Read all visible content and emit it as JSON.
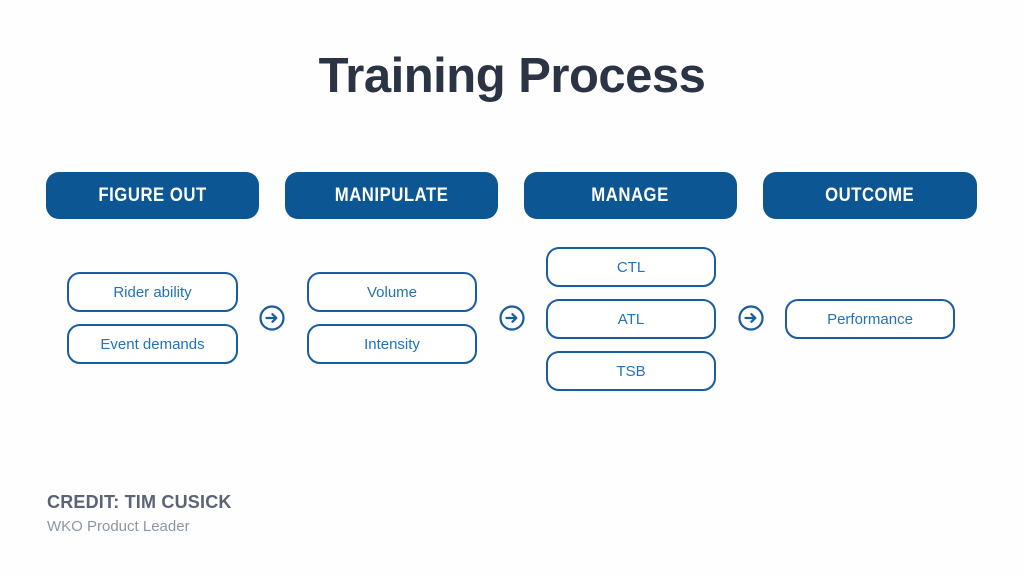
{
  "slide": {
    "title": "Training Process",
    "background_color": "#fefefe",
    "accent_color": "#0d5694",
    "outline_color": "#1a5c9e",
    "box_text_color": "#2272b8",
    "title_color": "#2b3444"
  },
  "flow": {
    "columns": [
      {
        "header": "FIGURE OUT",
        "items": [
          {
            "label": "Rider ability"
          },
          {
            "label": "Event demands"
          }
        ]
      },
      {
        "header": "MANIPULATE",
        "items": [
          {
            "label": "Volume"
          },
          {
            "label": "Intensity"
          }
        ]
      },
      {
        "header": "MANAGE",
        "items": [
          {
            "label": "CTL"
          },
          {
            "label": "ATL"
          },
          {
            "label": "TSB"
          }
        ]
      },
      {
        "header": "OUTCOME",
        "items": [
          {
            "label": "Performance"
          }
        ]
      }
    ],
    "connectors": [
      {
        "icon": "arrow-right-circle-icon"
      },
      {
        "icon": "arrow-right-circle-icon"
      },
      {
        "icon": "arrow-right-circle-icon"
      }
    ]
  },
  "credit": {
    "name": "CREDIT: TIM CUSICK",
    "role": "WKO Product Leader"
  }
}
